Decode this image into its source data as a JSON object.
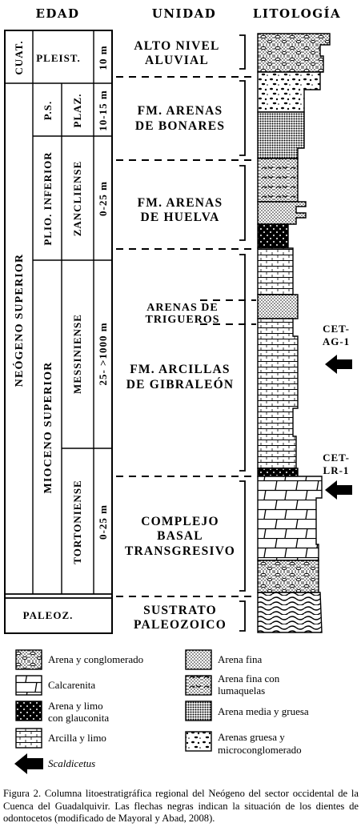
{
  "headers": {
    "edad": "EDAD",
    "unidad": "UNIDAD",
    "litologia": "LITOLOGÍA"
  },
  "age_column": {
    "era": {
      "cuat": "CUAT.",
      "neogeno": "NEÓGENO SUPERIOR",
      "paleoz": "PALEOZ."
    },
    "epoch": {
      "pleist": "PLEIST.",
      "ps": "P.S.",
      "plio": "PLIO. INFERIOR",
      "mioceno": "MIOCENO SUPERIOR"
    },
    "stage": {
      "plaz": "PLAZ.",
      "zanclense": "ZANCLIENSE",
      "messiniense": "MESSINIENSE",
      "tortoniense": "TORTONIENSE"
    },
    "thickness": {
      "pleist": "10 m",
      "plaz": "10-15 m",
      "zanclense": "0-25 m",
      "messiniense": "25- >1000 m",
      "tortoniense": "0-25 m"
    }
  },
  "units": {
    "alto_nivel": [
      "ALTO NIVEL",
      "ALUVIAL"
    ],
    "bonares": [
      "FM. ARENAS",
      "DE BONARES"
    ],
    "huelva": [
      "FM. ARENAS",
      "DE HUELVA"
    ],
    "trigueros": [
      "ARENAS DE",
      "TRIGUEROS"
    ],
    "gibraleon": [
      "FM. ARCILLAS",
      "DE GIBRALEÓN"
    ],
    "basal": [
      "COMPLEJO",
      "BASAL",
      "TRANSGRESIVO"
    ],
    "sustrato": [
      "SUSTRATO",
      "PALEOZOICO"
    ]
  },
  "markers": {
    "ag1": [
      "CET-",
      "AG-1"
    ],
    "lr1": [
      "CET-",
      "LR-1"
    ]
  },
  "legend": {
    "arena_conglomerado": [
      "Arena y conglomerado"
    ],
    "calcarenita": [
      "Calcarenita"
    ],
    "arena_limo_glauconita": [
      "Arena y limo",
      "con glauconita"
    ],
    "arcilla_limo": [
      "Arcilla y limo"
    ],
    "scaldicetus": [
      "Scaldicetus"
    ],
    "arena_fina": [
      "Arena fina"
    ],
    "arena_fina_lumaquelas": [
      "Arena fina con",
      "lumaquelas"
    ],
    "arena_media_gruesa": [
      "Arena media y gruesa"
    ],
    "arenas_gruesa_micro": [
      "Arenas gruesa y",
      "microconglomerado"
    ]
  },
  "caption": "Figura 2. Columna litoestratigráfica regional del Neógeno del sector occidental de la Cuenca del Guadalquivir. Las flechas negras indican la situación de los dientes de odontocetos (modificado de Mayoral y Abad, 2008)."
}
